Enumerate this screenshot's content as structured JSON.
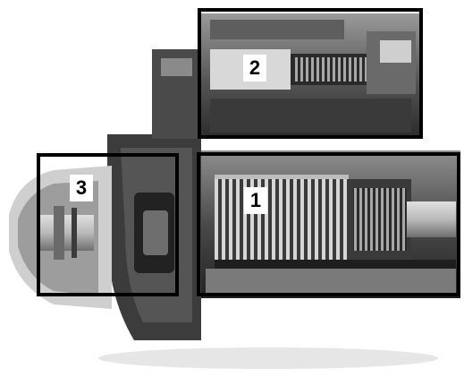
{
  "diagram": {
    "regions": [
      {
        "id": "box-2",
        "label": "2"
      },
      {
        "id": "box-1",
        "label": "1"
      },
      {
        "id": "box-3",
        "label": "3"
      }
    ]
  },
  "colors": {
    "box_stroke": "#000000",
    "label_background": "#ffffff",
    "label_text": "#000000"
  }
}
